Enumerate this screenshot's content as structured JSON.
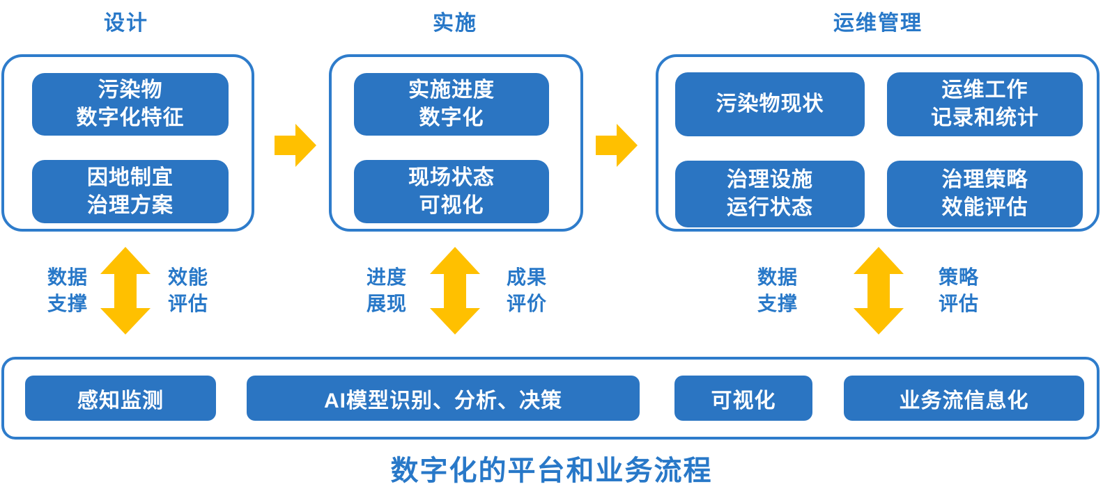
{
  "colors": {
    "box_fill": "#2B75C2",
    "container_border": "#2E7CCB",
    "label_text": "#2878C8",
    "arrow_yellow": "#FFC000",
    "box_text": "#FFFFFF"
  },
  "sections": [
    {
      "title": "设计",
      "boxes": [
        "污染物\n数字化特征",
        "因地制宜\n治理方案"
      ]
    },
    {
      "title": "实施",
      "boxes": [
        "实施进度\n数字化",
        "现场状态\n可视化"
      ]
    },
    {
      "title": "运维管理",
      "boxes": [
        "污染物现状",
        "运维工作\n记录和统计",
        "治理设施\n运行状态",
        "治理策略\n效能评估"
      ]
    }
  ],
  "exchange_labels": [
    {
      "left": "数据\n支撑",
      "right": "效能\n评估"
    },
    {
      "left": "进度\n展现",
      "right": "成果\n评价"
    },
    {
      "left": "数据\n支撑",
      "right": "策略\n评估"
    }
  ],
  "platform": {
    "items": [
      "感知监测",
      "AI模型识别、分析、决策",
      "可视化",
      "业务流信息化"
    ],
    "title": "数字化的平台和业务流程"
  }
}
